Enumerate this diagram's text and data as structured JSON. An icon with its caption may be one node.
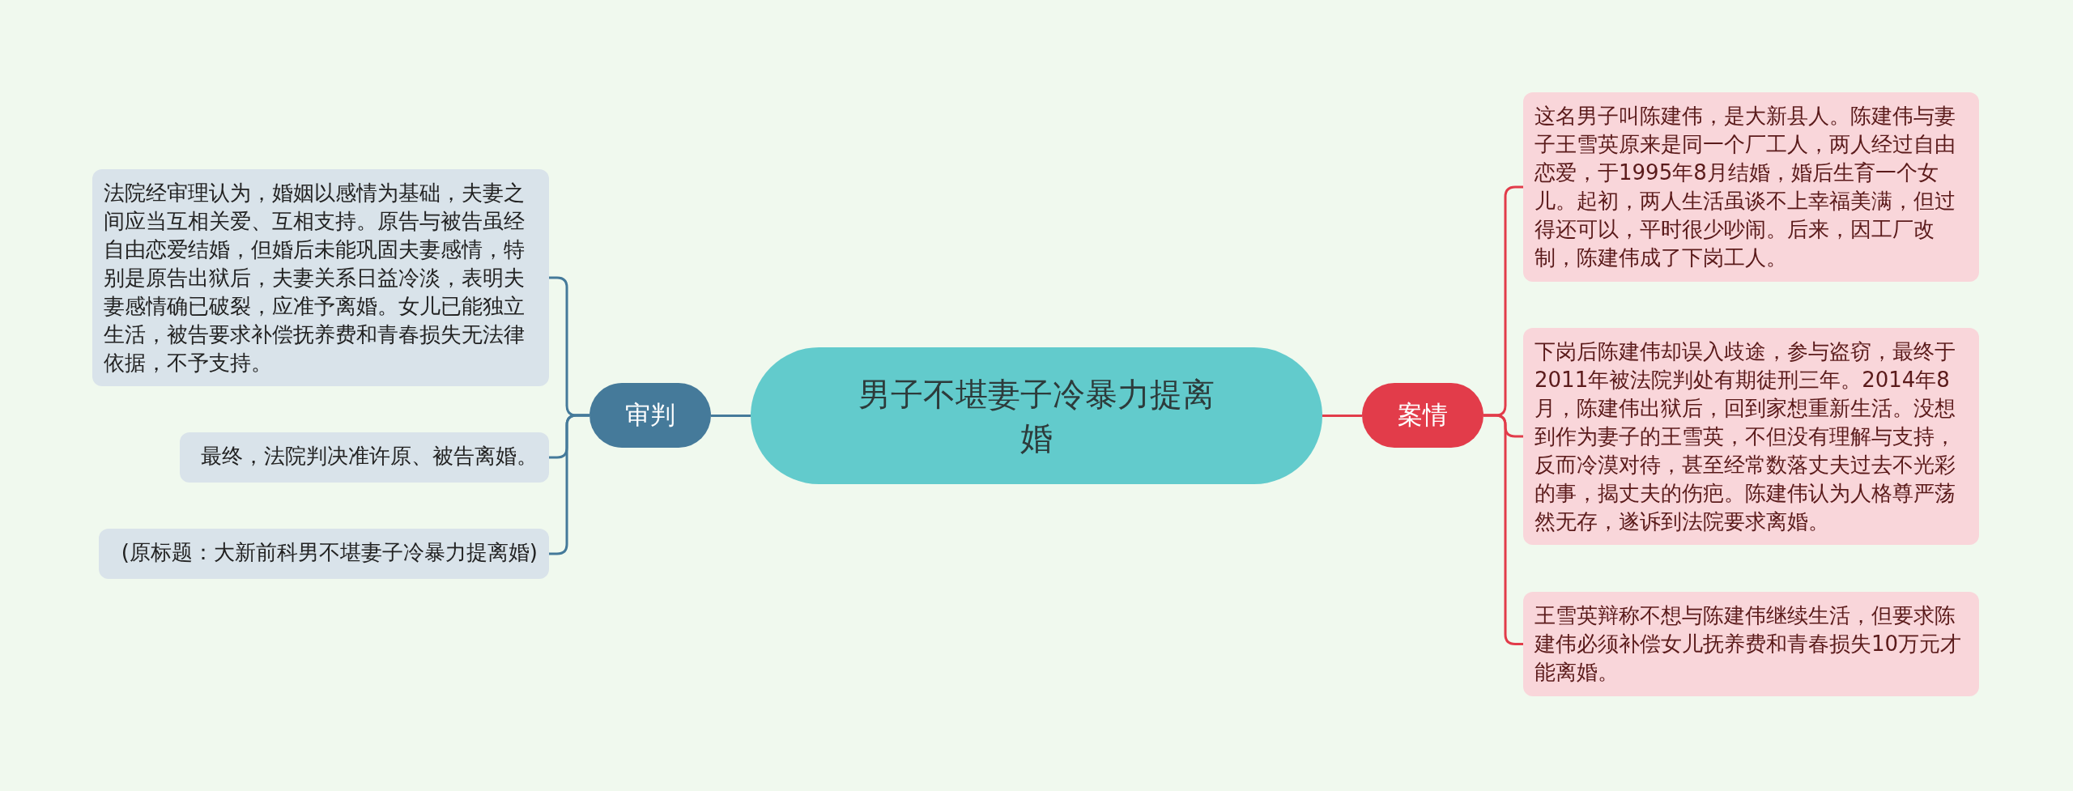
{
  "diagram": {
    "nodes": [
      {
        "text": [
          "男子不堪妻子冷暴力提离婚"
        ]
      },
      {
        "text": [
          "审判"
        ]
      },
      {
        "text": [
          "法院经审理认为，婚姻以感情为基础，夫妻之间应当互相关爱、互相支持。原告与被告虽经自由恋爱结婚，但婚后未能巩固夫妻感情，特别是原告出狱后，夫妻关系日益冷淡，表明夫妻感情确已破裂，应准予离婚。女儿已能独立生活，被告要求补偿抚养费和青春损失无法律依据，不予支持。"
        ]
      },
      {
        "text": [
          "最终，法院判决准许原、被告离婚。"
        ]
      },
      {
        "text": [
          "(原标题：大新前科男不堪妻子冷暴力提离婚)"
        ]
      },
      {
        "text": [
          "案情"
        ]
      },
      {
        "text": [
          "这名男子叫陈建伟，是大新县人。陈建伟与妻子王雪英原来是同一个厂工人，两人经过自由恋爱，于1995年8月结婚，婚后生育一个女儿。起初，两人生活虽谈不上幸福美满，但过得还可以，平时很少吵闹。后来，因工厂改制，陈建伟成了下岗工人。"
        ]
      },
      {
        "text": [
          "下岗后陈建伟却误入歧途，参与盗窃，最终于2011年被法院判处有期徒刑三年。2014年8月，陈建伟出狱后，回到家想重新生活。没想到作为妻子的王雪英，不但没有理解与支持，反而冷漠对待，甚至经常数落丈夫过去不光彩的事，揭丈夫的伤疤。陈建伟认为人格尊严荡然无存，遂诉到法院要求离婚。"
        ]
      },
      {
        "text": [
          "王雪英辩称不想与陈建伟继续生活，但要求陈建伟必须补偿女儿抚养费和青春损失10万元才能离婚。"
        ]
      }
    ],
    "edges": [
      {
        "from": 0,
        "to": 1,
        "arrow": "none",
        "color": "#457a9a"
      },
      {
        "from": 1,
        "to": 2,
        "arrow": "none",
        "color": "#457a9a"
      },
      {
        "from": 1,
        "to": 3,
        "arrow": "none",
        "color": "#457a9a"
      },
      {
        "from": 1,
        "to": 4,
        "arrow": "none",
        "color": "#457a9a"
      },
      {
        "from": 0,
        "to": 5,
        "arrow": "none",
        "color": "#e23c4a"
      },
      {
        "from": 5,
        "to": 6,
        "arrow": "none",
        "color": "#e23c4a"
      },
      {
        "from": 5,
        "to": 7,
        "arrow": "none",
        "color": "#e23c4a"
      },
      {
        "from": 5,
        "to": 8,
        "arrow": "none",
        "color": "#e23c4a"
      }
    ]
  }
}
